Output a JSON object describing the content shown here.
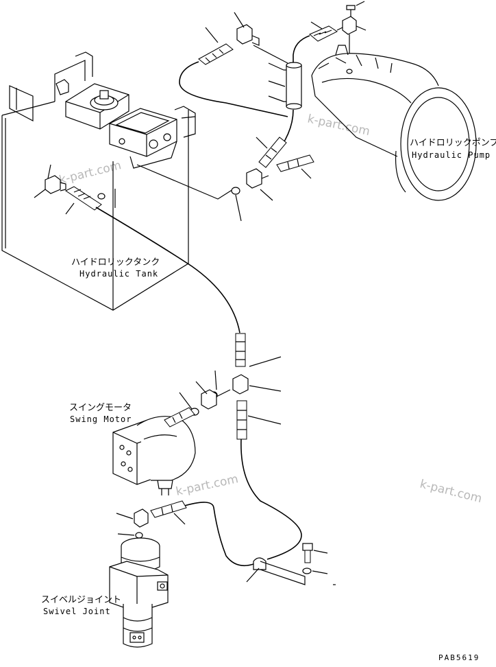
{
  "labels": {
    "pump_jp": "ハイドロリックポンプ",
    "pump_en": "Hydraulic Pump",
    "tank_jp": "ハイドロリックタンク",
    "tank_en": "Hydraulic Tank",
    "swing_jp": "スイングモータ",
    "swing_en": "Swing Motor",
    "swivel_jp": "スイベルジョイント",
    "swivel_en": "Swivel Joint"
  },
  "watermark": "k-part.com",
  "drawing_code": "PAB5619"
}
